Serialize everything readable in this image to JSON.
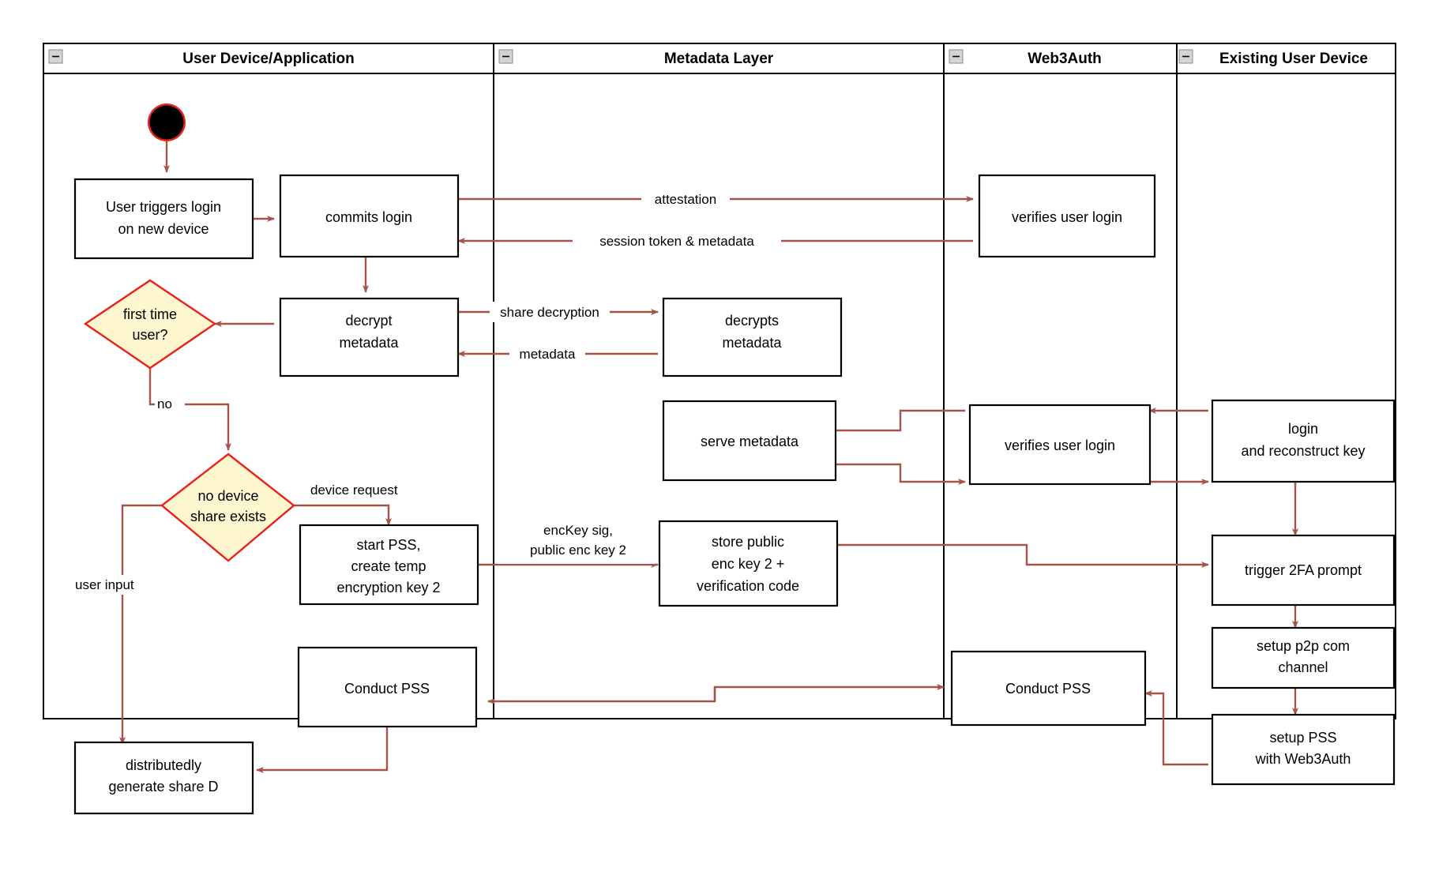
{
  "diagram": {
    "title": "Web3Auth new device login flow (swimlane activity diagram)",
    "colors": {
      "edge": "#a65349",
      "decision_fill": "#fdf6ce",
      "decision_stroke": "#e8221b",
      "node_stroke": "#000000",
      "node_fill": "#ffffff",
      "start_node": "#000000",
      "start_node_ring": "#e8221b",
      "collapse_button": "#d4d4d4"
    },
    "lanes": [
      {
        "id": "lane-user-device",
        "label": "User Device/Application",
        "collapse_icon": "minus-icon"
      },
      {
        "id": "lane-metadata",
        "label": "Metadata Layer",
        "collapse_icon": "minus-icon"
      },
      {
        "id": "lane-web3auth",
        "label": "Web3Auth",
        "collapse_icon": "minus-icon"
      },
      {
        "id": "lane-existing-device",
        "label": "Existing User Device",
        "collapse_icon": "minus-icon"
      }
    ],
    "nodes": [
      {
        "id": "start",
        "type": "start",
        "label": "",
        "lane": "lane-user-device"
      },
      {
        "id": "user-triggers-login",
        "type": "process",
        "lane": "lane-user-device",
        "lines": [
          "User triggers login",
          "on new device"
        ]
      },
      {
        "id": "commits-login",
        "type": "process",
        "lane": "lane-user-device",
        "lines": [
          "commits login"
        ]
      },
      {
        "id": "verifies-user-login-1",
        "type": "process",
        "lane": "lane-web3auth",
        "lines": [
          "verifies user login"
        ]
      },
      {
        "id": "decrypt-metadata",
        "type": "process",
        "lane": "lane-user-device",
        "lines": [
          "decrypt",
          "metadata"
        ]
      },
      {
        "id": "decrypts-metadata",
        "type": "process",
        "lane": "lane-metadata",
        "lines": [
          "decrypts",
          "metadata"
        ]
      },
      {
        "id": "first-time-user",
        "type": "decision",
        "lane": "lane-user-device",
        "lines": [
          "first time",
          "user?"
        ]
      },
      {
        "id": "serve-metadata",
        "type": "process",
        "lane": "lane-metadata",
        "lines": [
          "serve metadata"
        ]
      },
      {
        "id": "verifies-user-login-2",
        "type": "process",
        "lane": "lane-web3auth",
        "lines": [
          "verifies user login"
        ]
      },
      {
        "id": "login-and-reconstruct-key",
        "type": "process",
        "lane": "lane-existing-device",
        "lines": [
          "login",
          "and reconstruct key"
        ]
      },
      {
        "id": "no-device-share-exists",
        "type": "decision",
        "lane": "lane-user-device",
        "lines": [
          "no device",
          "share exists"
        ]
      },
      {
        "id": "start-pss-create-temp-key",
        "type": "process",
        "lane": "lane-user-device",
        "lines": [
          "start PSS,",
          "create temp",
          "encryption key 2"
        ]
      },
      {
        "id": "store-public-enc-key",
        "type": "process",
        "lane": "lane-metadata",
        "lines": [
          "store public",
          "enc key 2 +",
          "verification code"
        ]
      },
      {
        "id": "trigger-2fa-prompt",
        "type": "process",
        "lane": "lane-existing-device",
        "lines": [
          "trigger 2FA prompt"
        ]
      },
      {
        "id": "setup-p2p-com-channel",
        "type": "process",
        "lane": "lane-existing-device",
        "lines": [
          "setup p2p com",
          "channel"
        ]
      },
      {
        "id": "conduct-pss-user",
        "type": "process",
        "lane": "lane-user-device",
        "lines": [
          "Conduct PSS"
        ]
      },
      {
        "id": "conduct-pss-web3auth",
        "type": "process",
        "lane": "lane-web3auth",
        "lines": [
          "Conduct PSS"
        ]
      },
      {
        "id": "setup-pss-with-web3auth",
        "type": "process",
        "lane": "lane-existing-device",
        "lines": [
          "setup PSS",
          "with Web3Auth"
        ]
      },
      {
        "id": "distributedly-generate-share-d",
        "type": "process",
        "lane": "lane-user-device",
        "lines": [
          "distributedly",
          "generate share D"
        ]
      }
    ],
    "edge_labels": {
      "attestation": "attestation",
      "session_token": "session token & metadata",
      "share_decryption": "share decryption",
      "metadata": "metadata",
      "no": "no",
      "device_request": "device request",
      "user_input": "user input",
      "enckey_sig_line1": "encKey sig,",
      "enckey_sig_line2": "public enc key 2"
    }
  }
}
